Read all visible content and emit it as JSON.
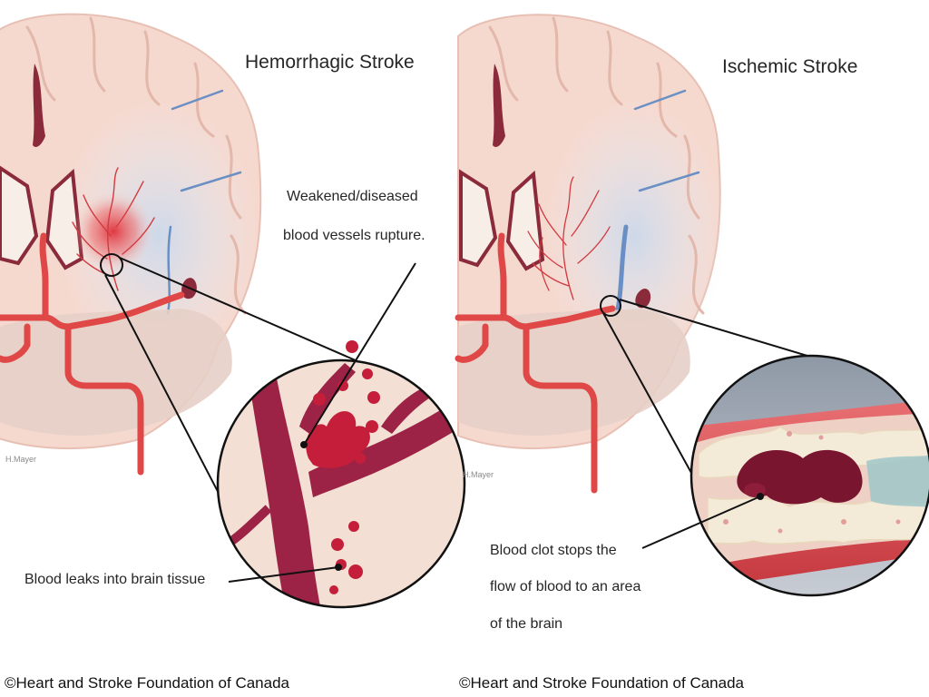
{
  "panels": {
    "hemorrhagic": {
      "title": "Hemorrhagic Stroke",
      "callout_rupture_line1": "Weakened/diseased",
      "callout_rupture_line2": "blood vessels rupture.",
      "callout_leak": "Blood leaks into brain tissue",
      "artist_credit": "H.Mayer",
      "copyright": "©Heart and Stroke Foundation of Canada"
    },
    "ischemic": {
      "title": "Ischemic Stroke",
      "callout_clot_line1": "Blood clot stops the",
      "callout_clot_line2": "flow of blood to an area",
      "callout_clot_line3": "of the brain",
      "artist_credit": "H.Mayer",
      "copyright": "©Heart and Stroke Foundation of Canada"
    }
  },
  "colors": {
    "brain": "#f5d9cf",
    "brain_shadow": "#e8bfb3",
    "artery": "#e04848",
    "vessel_dark": "#8a1f3c",
    "hemorrhage": "#e0303a",
    "blood_drop": "#c41e3a",
    "clot": "#7a1530",
    "plaque": "#f4ead8",
    "blue_vein": "#6a8fc4",
    "outline": "#111111"
  }
}
